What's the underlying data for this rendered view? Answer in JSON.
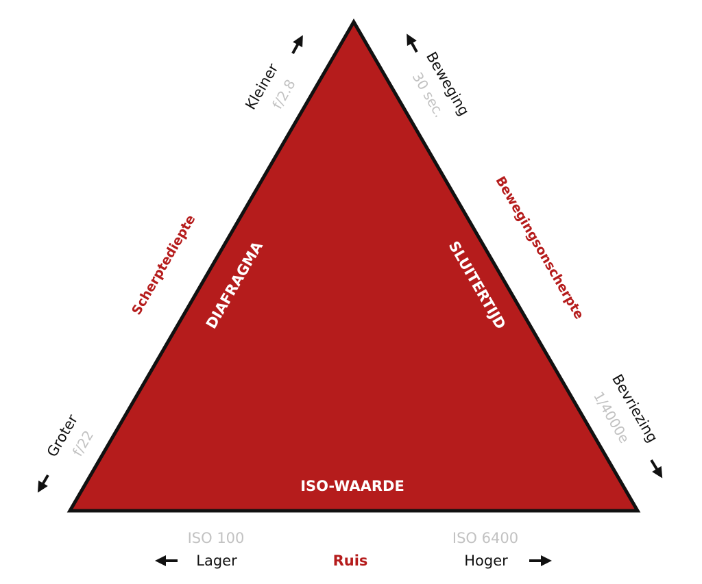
{
  "colors": {
    "triangle_fill": "#b51c1c",
    "triangle_stroke": "#111111",
    "accent_text": "#b51c1c",
    "muted_text": "#c2c2c2",
    "dark_text": "#111111",
    "inner_text": "#ffffff"
  },
  "triangle": {
    "left_side_label": "DIAFRAGMA",
    "right_side_label": "SLUITERTIJD",
    "bottom_label": "ISO-WAARDE"
  },
  "left_side": {
    "effect": "Scherptediepte",
    "top_term": "Kleiner",
    "top_value": "f/2.8",
    "bottom_term": "Groter",
    "bottom_value": "f/22"
  },
  "right_side": {
    "effect": "Bewegingsonscherpte",
    "top_term": "Beweging",
    "top_value": "30 sec.",
    "bottom_term": "Bevriezing",
    "bottom_value": "1/4000e"
  },
  "bottom_side": {
    "effect": "Ruis",
    "left_value": "ISO 100",
    "left_term": "Lager",
    "right_value": "ISO 6400",
    "right_term": "Hoger"
  },
  "icons": {
    "arrows": [
      "arrow-up-left-icon",
      "arrow-down-left-icon",
      "arrow-up-right-icon",
      "arrow-down-right-icon",
      "arrow-left-icon",
      "arrow-right-icon"
    ]
  }
}
